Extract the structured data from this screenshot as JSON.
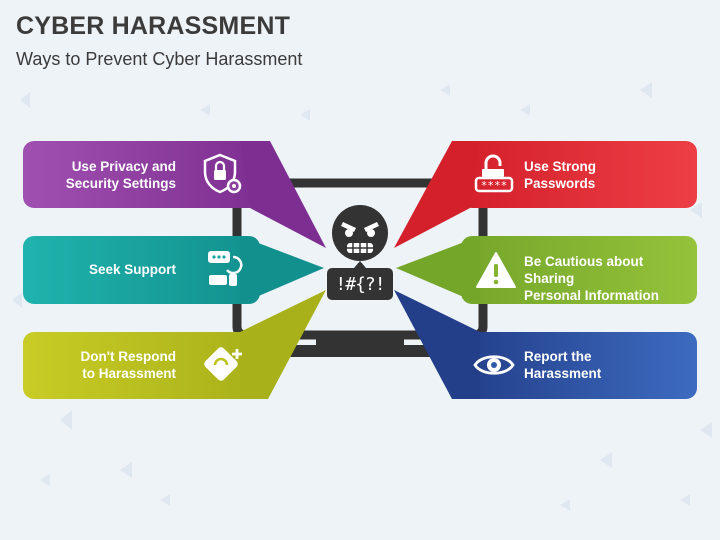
{
  "title": "CYBER HARASSMENT",
  "subtitle": "Ways to Prevent Cyber Harassment",
  "center": {
    "symbols": "!#{?!",
    "face_icon": "angry-face-icon",
    "device_icon": "monitor-icon"
  },
  "colors": {
    "purple": "#8e3fa0",
    "teal": "#17a6a2",
    "yellow": "#bcc21c",
    "red": "#e42b35",
    "green": "#84b432",
    "blue": "#2d5aa8",
    "dark": "#333333"
  },
  "items": {
    "privacy": {
      "label_line1": "Use Privacy and",
      "label_line2": "Security Settings",
      "icon": "shield-lock-gear-icon"
    },
    "support": {
      "label": "Seek Support",
      "icon": "chat-support-icon"
    },
    "respond": {
      "label_line1": "Don't Respond",
      "label_line2": "to Harassment",
      "icon": "ignore-message-icon"
    },
    "passwords": {
      "label_line1": "Use Strong",
      "label_line2": "Passwords",
      "icon": "padlock-password-icon"
    },
    "cautious": {
      "label_line1": "Be Cautious about Sharing",
      "label_line2": "Personal Information",
      "icon": "warning-icon"
    },
    "report": {
      "label_line1": "Report the",
      "label_line2": "Harassment",
      "icon": "eye-icon"
    }
  }
}
